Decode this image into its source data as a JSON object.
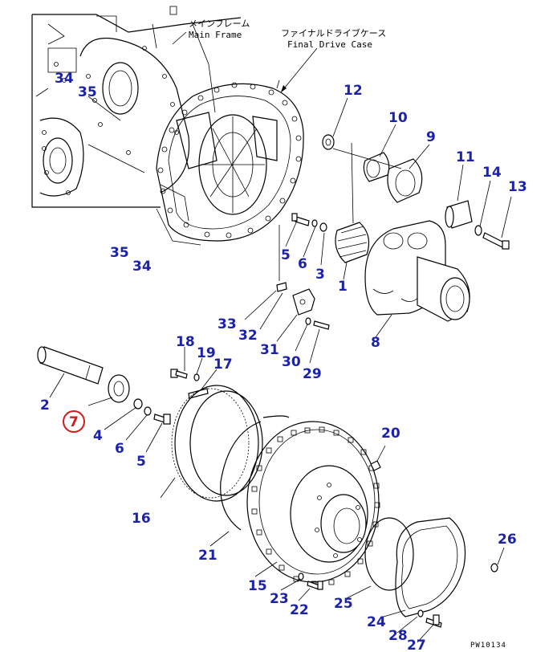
{
  "labels": {
    "main_frame_jp": "メインフレーム",
    "main_frame_en": "Main Frame",
    "final_drive_jp": "ファイナルドライブケース",
    "final_drive_en": "Final Drive Case",
    "drawing_code": "PW10134"
  },
  "part_numbers": {
    "p34a": "34",
    "p35a": "35",
    "p35b": "35",
    "p34b": "34",
    "p12": "12",
    "p10": "10",
    "p9": "9",
    "p11": "11",
    "p14": "14",
    "p13": "13",
    "p5a": "5",
    "p6a": "6",
    "p3": "3",
    "p1": "1",
    "p8": "8",
    "p33": "33",
    "p32": "32",
    "p31": "31",
    "p30": "30",
    "p29": "29",
    "p18": "18",
    "p19": "19",
    "p17": "17",
    "p2": "2",
    "p7": "7",
    "p4": "4",
    "p6b": "6",
    "p5b": "5",
    "p20": "20",
    "p16": "16",
    "p21": "21",
    "p15": "15",
    "p23": "23",
    "p22": "22",
    "p25": "25",
    "p26": "26",
    "p24": "24",
    "p28": "28",
    "p27": "27"
  },
  "colors": {
    "number": "#1c23a8",
    "highlight": "#d11a1a"
  },
  "highlighted_part": "7"
}
